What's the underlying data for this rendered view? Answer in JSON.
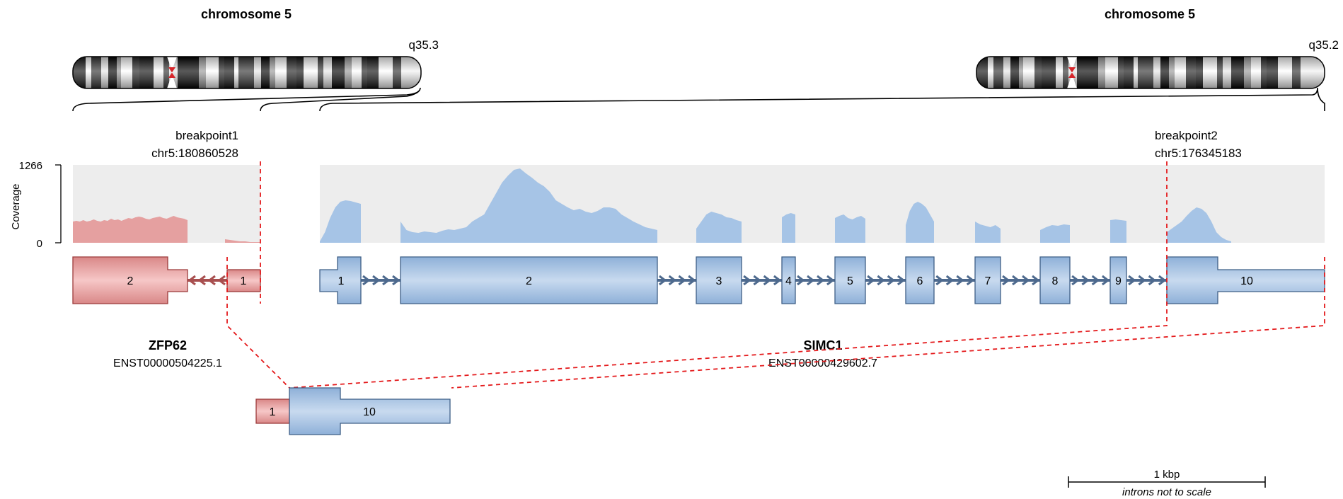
{
  "chromosomes": {
    "left": {
      "title": "chromosome 5",
      "band": "q35.3"
    },
    "right": {
      "title": "chromosome 5",
      "band": "q35.2"
    }
  },
  "breakpoints": {
    "one": {
      "name": "breakpoint1",
      "position": "chr5:180860528"
    },
    "two": {
      "name": "breakpoint2",
      "position": "chr5:176345183"
    }
  },
  "coverage": {
    "axis_label": "Coverage",
    "max": "1266",
    "min": "0"
  },
  "genes": {
    "left": {
      "name": "ZFP62",
      "transcript": "ENST00000504225.1",
      "exons": [
        "2",
        "1"
      ],
      "color": "#e89a9a"
    },
    "right": {
      "name": "SIMC1",
      "transcript": "ENST00000429602.7",
      "exons": [
        "1",
        "2",
        "3",
        "4",
        "5",
        "6",
        "7",
        "8",
        "9",
        "10"
      ],
      "color": "#9dbde0"
    }
  },
  "fusion": {
    "exons": [
      "1",
      "10"
    ]
  },
  "scale": {
    "label": "1 kbp",
    "note": "introns not to scale"
  },
  "colors": {
    "breakpoint_line": "#e41a1c",
    "coverage_bg": "#ededed",
    "left_coverage": "#e5a0a0",
    "right_coverage": "#a6c4e6",
    "left_exon_edge": "#9c3b3b",
    "right_exon_edge": "#3f5f86",
    "right_intron": "#4e6a8e",
    "left_intron": "#a84f4f"
  }
}
